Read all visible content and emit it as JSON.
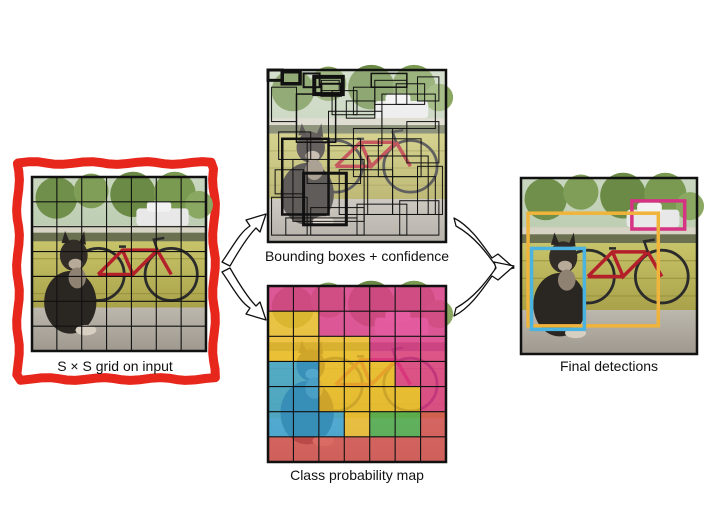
{
  "captions": {
    "grid": "S × S grid on input",
    "boxes": "Bounding boxes + confidence",
    "class_map": "Class probability map",
    "final": "Final detections"
  },
  "colors": {
    "grid_frame": "#e8271c",
    "cell_magenta": "#e23c8d",
    "cell_yellow": "#f2bf2b",
    "cell_blue": "#3aa6d8",
    "cell_green": "#4cae4c",
    "cell_red": "#d9534f",
    "det_pink": "#d63384",
    "det_yellow": "#f0b43a",
    "det_blue": "#4ab3e0"
  },
  "class_probability_map": [
    [
      "magenta",
      "magenta",
      "magenta",
      "magenta",
      "magenta",
      "magenta",
      "magenta"
    ],
    [
      "yellow",
      "yellow",
      "magenta",
      "magenta",
      "magenta",
      "magenta",
      "magenta"
    ],
    [
      "yellow",
      "yellow",
      "yellow",
      "yellow",
      "magenta",
      "magenta",
      "magenta"
    ],
    [
      "blue",
      "blue",
      "yellow",
      "yellow",
      "yellow",
      "magenta",
      "magenta"
    ],
    [
      "blue",
      "blue",
      "yellow",
      "yellow",
      "yellow",
      "yellow",
      "magenta"
    ],
    [
      "blue",
      "blue",
      "blue",
      "yellow",
      "green",
      "green",
      "red"
    ],
    [
      "red",
      "red",
      "red",
      "red",
      "red",
      "red",
      "red"
    ]
  ],
  "final_detections": [
    {
      "object": "car",
      "color": "pink"
    },
    {
      "object": "bicycle",
      "color": "yellow"
    },
    {
      "object": "dog",
      "color": "blue"
    }
  ]
}
